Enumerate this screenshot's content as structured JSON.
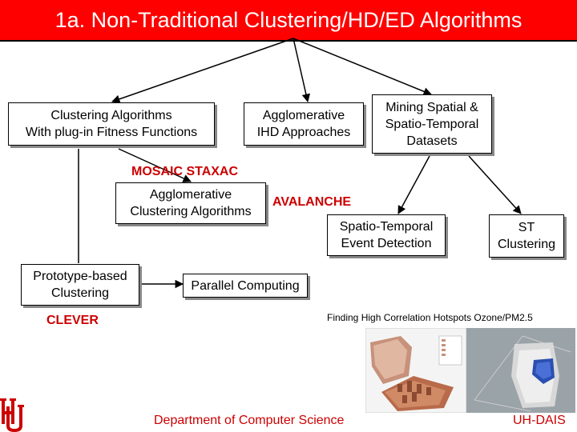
{
  "title": "1a. Non-Traditional Clustering/HD/ED Algorithms",
  "boxes": {
    "clustering": [
      "Clustering Algorithms",
      "With plug-in Fitness Functions"
    ],
    "agglomerative_ihd": [
      "Agglomerative",
      "IHD Approaches"
    ],
    "mining": [
      "Mining Spatial  &",
      "Spatio-Temporal",
      "Datasets"
    ],
    "agglomerative_clustering": [
      "Agglomerative",
      "Clustering Algorithms"
    ],
    "spatio_temporal": [
      "Spatio-Temporal",
      "Event Detection"
    ],
    "st_clustering": [
      "ST",
      "Clustering"
    ],
    "prototype": [
      "Prototype-based",
      "Clustering"
    ],
    "parallel": "Parallel Computing"
  },
  "labels": {
    "mosaic": "MOSAIC STAXAC",
    "avalanche": "AVALANCHE",
    "clever": "CLEVER",
    "hotspots": "Finding High Correlation Hotspots Ozone/PM2.5"
  },
  "footer": {
    "department": "Department of Computer Science",
    "lab": "UH-DAIS"
  },
  "icons": {
    "logo": "uh-interlocking-logo",
    "map": "3d-map-thumbnail",
    "cloud": "3d-point-cloud-thumbnail"
  },
  "colors": {
    "title_bg": "#ff0000",
    "label_red": "#cc0000"
  }
}
